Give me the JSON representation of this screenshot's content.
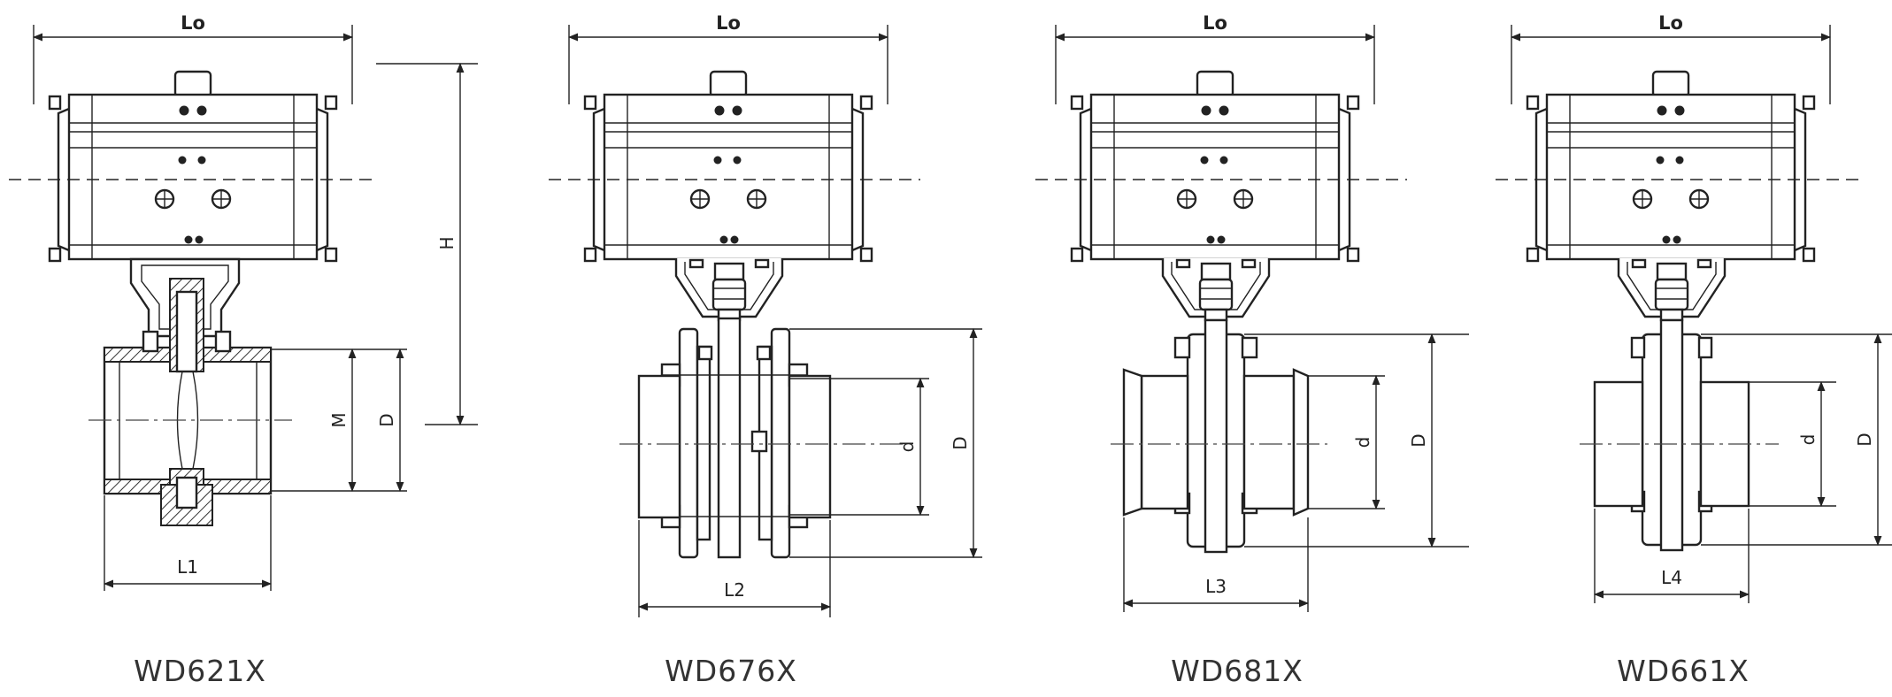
{
  "diagram": {
    "valves": [
      {
        "model": "WD621X",
        "width_label": "Lo",
        "length_label": "L1",
        "height_label": "H",
        "inner_label": "M",
        "outer_label": "D"
      },
      {
        "model": "WD676X",
        "width_label": "Lo",
        "length_label": "L2",
        "inner_label": "d",
        "outer_label": "D"
      },
      {
        "model": "WD681X",
        "width_label": "Lo",
        "length_label": "L3",
        "inner_label": "d",
        "outer_label": "D"
      },
      {
        "model": "WD661X",
        "width_label": "Lo",
        "length_label": "L4",
        "inner_label": "d",
        "outer_label": "D"
      }
    ]
  }
}
